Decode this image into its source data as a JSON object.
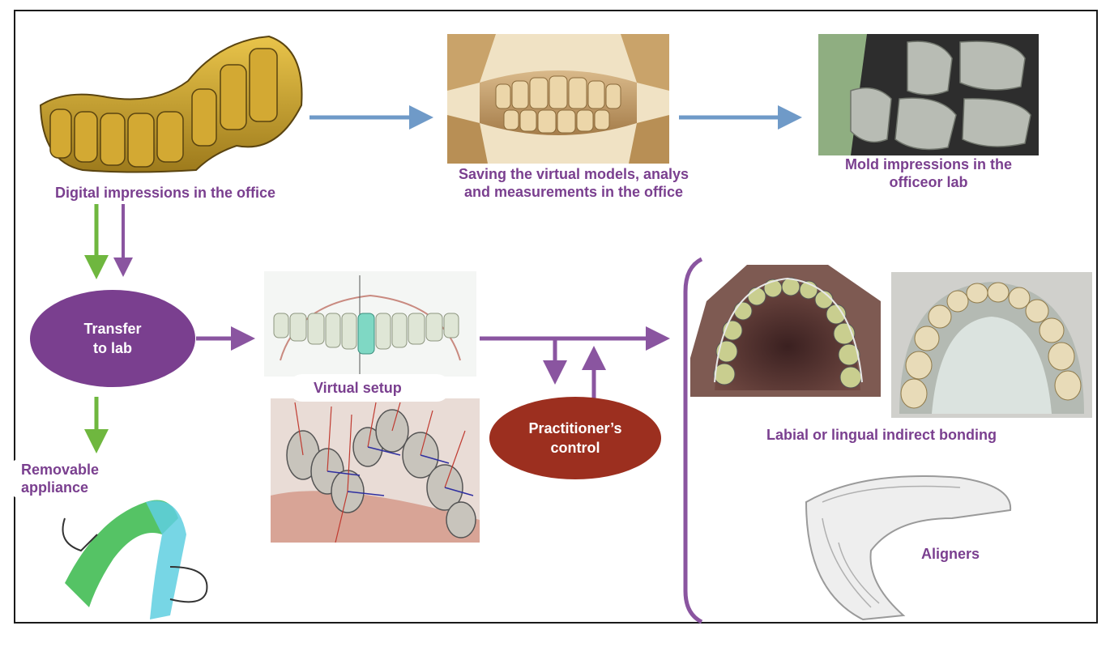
{
  "labels": {
    "digital_impressions": "Digital impressions in the office",
    "saving_line1": "Saving the virtual models, analys",
    "saving_line2": "and measurements in the office",
    "mold_line1": "Mold impressions in the",
    "mold_line2": "officeor lab",
    "virtual_setup": "Virtual setup",
    "removable_line1": "Removable",
    "removable_line2": "appliance",
    "labial_lingual": "Labial or lingual indirect bonding",
    "aligners": "Aligners"
  },
  "nodes": {
    "transfer_line1": "Transfer",
    "transfer_line2": "to lab",
    "practitioner_line1": "Practitioner’s",
    "practitioner_line2": "control"
  },
  "colors": {
    "purple_text": "#7a3f8f",
    "purple_node": "#7a3f8f",
    "red_node": "#9c2f1f",
    "blue_arrow": "#6f9ac8",
    "green_arrow": "#6fb73f",
    "purple_arrow": "#8a55a0"
  },
  "icons": {
    "digital_scan": "3d-dental-scan-image",
    "virtual_model": "virtual-model-image",
    "mold": "mold-impressions-image",
    "virtual_setup_img": "virtual-setup-arch-image",
    "vectors_img": "tooth-movement-vectors-image",
    "removable_img": "removable-appliance-image",
    "brackets_labial": "labial-brackets-image",
    "brackets_lingual": "lingual-brackets-image",
    "aligner_img": "clear-aligner-image"
  }
}
